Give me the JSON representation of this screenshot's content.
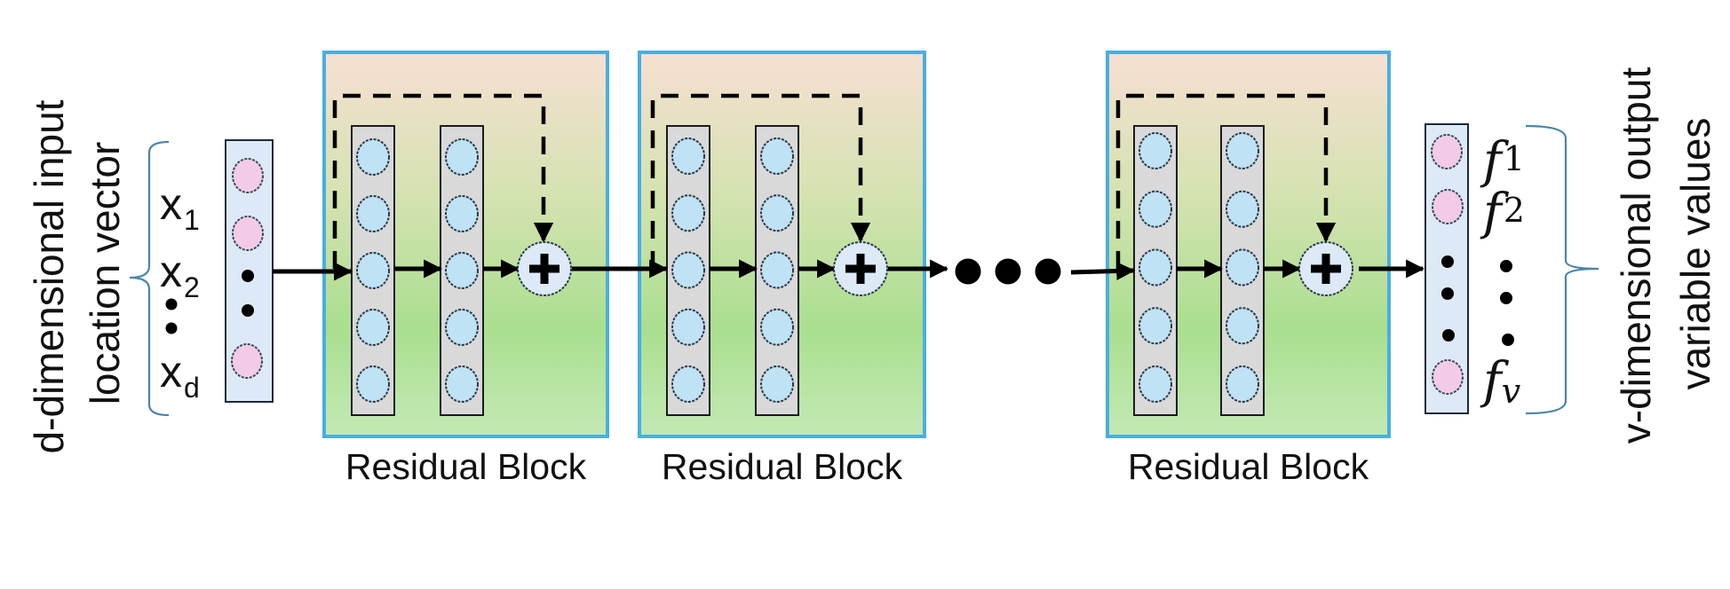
{
  "diagram": {
    "title": "Residual network mapping input location vector to output variable values",
    "input": {
      "side_label_lines": [
        "d-dimensional input",
        "location vector"
      ],
      "variables": [
        {
          "base": "x",
          "sub": "1"
        },
        {
          "base": "x",
          "sub": "2"
        },
        {
          "base": "x",
          "sub": "d"
        }
      ],
      "vector_nodes": [
        "node",
        "node",
        "ellipsis",
        "ellipsis",
        "node"
      ]
    },
    "blocks": [
      {
        "label": "Residual Block",
        "layers": 2,
        "neurons_per_layer": 5
      },
      {
        "label": "Residual Block",
        "layers": 2,
        "neurons_per_layer": 5
      },
      {
        "label": "Residual Block",
        "layers": 2,
        "neurons_per_layer": 5
      }
    ],
    "between_blocks_ellipsis": "•••",
    "sum_symbol": "+",
    "output": {
      "side_label_lines": [
        "v-dimensional output",
        "variable values"
      ],
      "variables": [
        {
          "base": "f",
          "sub": "1"
        },
        {
          "base": "f",
          "sub": "2"
        },
        {
          "base": "f",
          "sub": "v"
        }
      ],
      "vector_nodes": [
        "node",
        "node",
        "ellipsis",
        "ellipsis",
        "ellipsis",
        "node"
      ]
    },
    "colors": {
      "block_border": "#4aaee0",
      "block_gradient_top": "#f6e0d2",
      "block_gradient_mid": "#d2e2ae",
      "block_gradient_low": "#a9df8f",
      "block_gradient_bottom": "#c3e9b4",
      "layer_fill": "#d9d9d9",
      "neuron_fill": "#bfe2f4",
      "io_vector_fill": "#dde9f7",
      "io_node_fill": "#f3cbe8",
      "sum_fill": "#dde9f7",
      "bracket": "#4a86a8",
      "line": "#000000"
    }
  }
}
